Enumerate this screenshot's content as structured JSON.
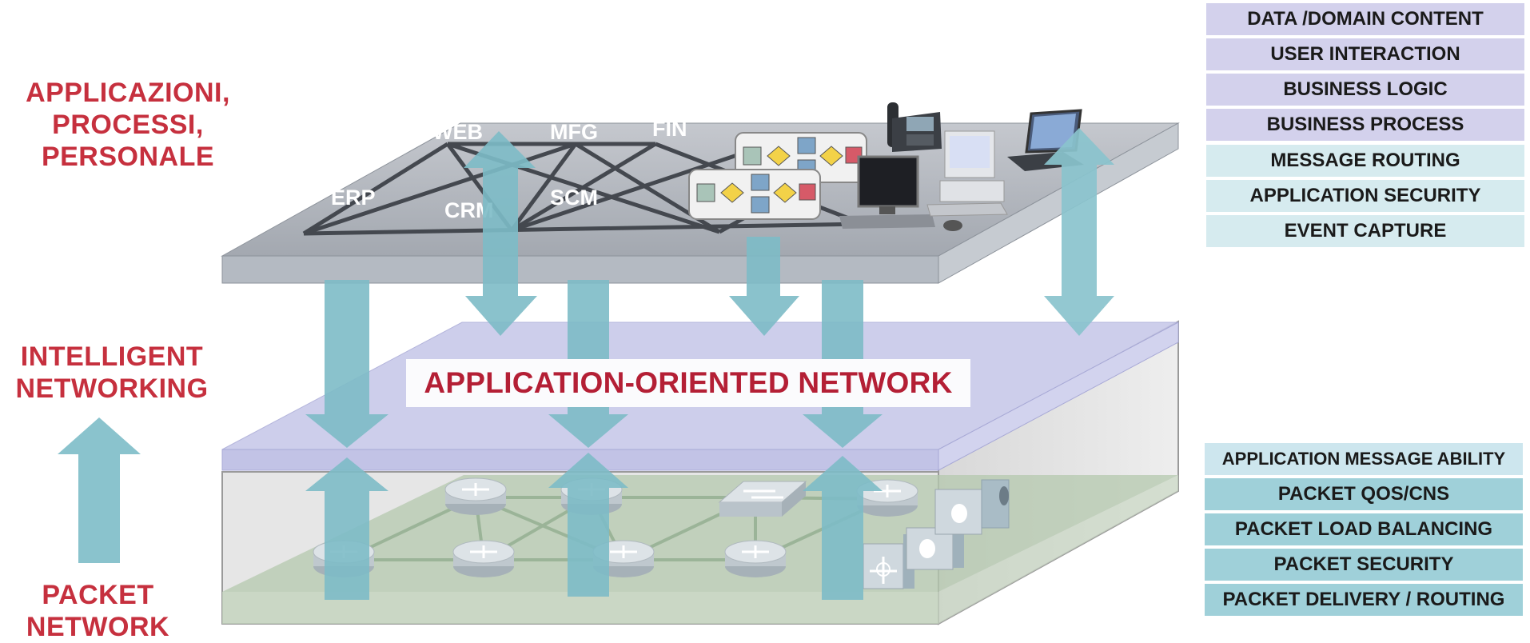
{
  "left_labels": {
    "applications": [
      "APPLICAZIONI,",
      "PROCESSI,",
      "PERSONALE"
    ],
    "intelligent": [
      "INTELLIGENT",
      "NETWORKING"
    ],
    "packet": [
      "PACKET",
      "NETWORK"
    ]
  },
  "top_plane": {
    "nodes": [
      "WEB",
      "MFG",
      "FIN",
      "ERP",
      "CRM",
      "SCM"
    ]
  },
  "middle_plane": {
    "title": "APPLICATION-ORIENTED NETWORK"
  },
  "application_services": [
    {
      "label": "DATA /DOMAIN CONTENT",
      "color": "#d3d1ec"
    },
    {
      "label": "USER INTERACTION",
      "color": "#d3d1ec"
    },
    {
      "label": "BUSINESS LOGIC",
      "color": "#d3d1ec"
    },
    {
      "label": "BUSINESS PROCESS",
      "color": "#d3d1ec"
    },
    {
      "label": "MESSAGE ROUTING",
      "color": "#d6ebef"
    },
    {
      "label": "APPLICATION SECURITY",
      "color": "#d6ebef"
    },
    {
      "label": "EVENT CAPTURE",
      "color": "#d6ebef"
    }
  ],
  "network_services": [
    {
      "label": "APPLICATION MESSAGE ABILITY",
      "color": "#cde6ee"
    },
    {
      "label": "PACKET QOS/CNS",
      "color": "#9fd0d9"
    },
    {
      "label": "PACKET LOAD BALANCING",
      "color": "#9fd0d9"
    },
    {
      "label": "PACKET SECURITY",
      "color": "#9fd0d9"
    },
    {
      "label": "PACKET DELIVERY / ROUTING",
      "color": "#9fd0d9"
    }
  ]
}
